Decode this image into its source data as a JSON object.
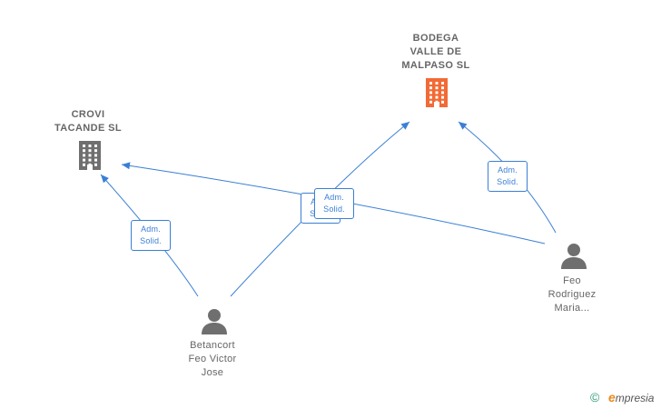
{
  "colors": {
    "edge": "#3a7fd5",
    "company_main": "#f26a35",
    "company_other": "#6f6f6f",
    "person": "#6f6f6f",
    "brand_c": "#2b9a78",
    "brand_e": "#e88b1e"
  },
  "nodes": {
    "bodega": {
      "lines": [
        "BODEGA",
        "VALLE DE",
        "MALPASO SL"
      ],
      "icon": "building-icon"
    },
    "crovi": {
      "lines": [
        "CROVI",
        "TACANDE SL"
      ],
      "icon": "building-icon"
    },
    "betancort": {
      "lines": [
        "Betancort",
        "Feo Victor",
        "Jose"
      ],
      "icon": "person-icon"
    },
    "feo": {
      "lines": [
        "Feo",
        "Rodriguez",
        "Maria..."
      ],
      "icon": "person-icon"
    }
  },
  "edges": [
    {
      "from": "betancort",
      "to": "crovi",
      "label": [
        "Adm.",
        "Solid."
      ]
    },
    {
      "from": "betancort",
      "to": "bodega",
      "label": [
        "Adm.",
        "Solid."
      ]
    },
    {
      "from": "feo",
      "to": "crovi",
      "label": [
        "Adm.",
        "Solid."
      ]
    },
    {
      "from": "feo",
      "to": "bodega",
      "label": [
        "Adm.",
        "Solid."
      ]
    }
  ],
  "footer": {
    "copyright": "©",
    "brand_initial": "e",
    "brand_rest": "mpresia"
  }
}
